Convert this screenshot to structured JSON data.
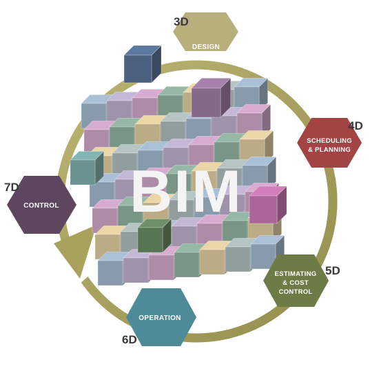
{
  "center": {
    "title": "BIM"
  },
  "nodes": [
    {
      "key": "design",
      "dim": "3D",
      "lines": [
        "DESIGN"
      ],
      "color": "#b3a872"
    },
    {
      "key": "scheduling",
      "dim": "4D",
      "lines": [
        "SCHEDULING",
        "& PLANNING"
      ],
      "color": "#a24444"
    },
    {
      "key": "estimating",
      "dim": "5D",
      "lines": [
        "ESTIMATING",
        "& COST",
        "CONTROL"
      ],
      "color": "#6d7b46"
    },
    {
      "key": "operation",
      "dim": "6D",
      "lines": [
        "OPERATION"
      ],
      "color": "#4e8a98"
    },
    {
      "key": "control",
      "dim": "7D",
      "lines": [
        "CONTROL"
      ],
      "color": "#5e4660"
    }
  ],
  "colors": {
    "ring": "#a9a25d",
    "dim_text": "#3a3a3a",
    "cube_palette": [
      "#8fa3b6",
      "#a79bb5",
      "#b792b0",
      "#7e9d8d",
      "#c6b58d",
      "#9aa6a6"
    ]
  }
}
